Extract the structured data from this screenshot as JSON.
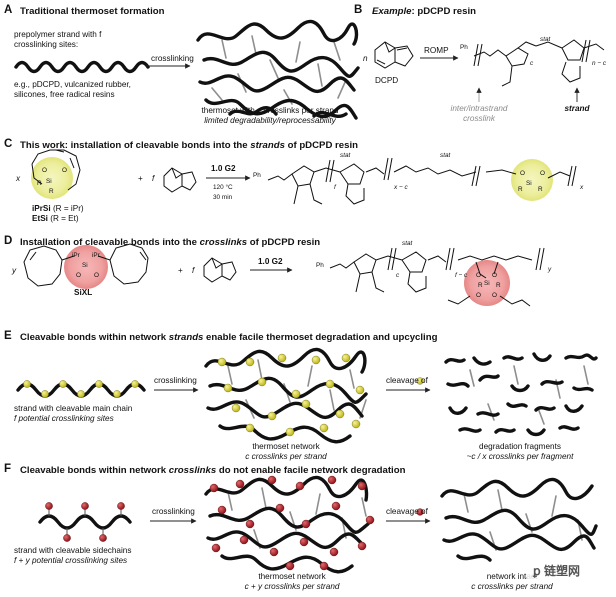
{
  "panels": {
    "A": {
      "letter": "A",
      "title": "Traditional thermoset formation",
      "desc_line1": "prepolymer strand with f",
      "desc_line2": "crosslinking sites:",
      "arrow_label": "crosslinking",
      "examples_line1": "e.g., pDCPD, vulcanized rubber,",
      "examples_line2": "silicones, free radical resins",
      "result_line1": "thermoset with c crosslinks per strand",
      "result_line2": "limited degradability/reprocessability"
    },
    "B": {
      "letter": "B",
      "title_prefix": "Example",
      "title_rest": ": pDCPD resin",
      "monomer_n": "n",
      "monomer": "DCPD",
      "arrow_label": "ROMP",
      "ph": "Ph",
      "stat": "stat",
      "sub_c": "c",
      "sub_nc": "n − c",
      "label_crosslink_line1": "inter/intrastrand",
      "label_crosslink_line2": "crosslink",
      "label_strand": "strand"
    },
    "C": {
      "letter": "C",
      "title_prefix": "This work: installation of cleavable bonds into the ",
      "title_emph": "strands",
      "title_suffix": " of pDCPD resin",
      "coef_x": "x",
      "coef_f": "f",
      "plus": "+",
      "atom_O": "O",
      "atom_Si": "Si",
      "atom_R": "R",
      "cond_line1": "1.0 G2",
      "cond_line2": "120 °C",
      "cond_line3": "30 min",
      "ph": "Ph",
      "stat": "stat",
      "sub_f": "f",
      "sub_xc": "x − c",
      "sub_x": "x",
      "label1_name": "iPrSi",
      "label1_def": " (R = iPr)",
      "label2_name": "EtSi",
      "label2_def": " (R = Et)"
    },
    "D": {
      "letter": "D",
      "title_prefix": "Installation of cleavable bonds into the ",
      "title_emph": "crosslinks",
      "title_suffix": " of pDCPD resin",
      "coef_y": "y",
      "coef_f": "f",
      "plus": "+",
      "atom_iPr": "iPr",
      "atom_Si": "Si",
      "atom_O": "O",
      "compound": "SiXL",
      "cond": "1.0 G2",
      "ph": "Ph",
      "stat": "stat",
      "sub_c": "c",
      "sub_fc": "f − c",
      "sub_y": "y",
      "atom_R": "R"
    },
    "E": {
      "letter": "E",
      "title_prefix": "Cleavable bonds within network ",
      "title_emph": "strands",
      "title_suffix": " enable facile thermoset degradation and upcycling",
      "arrow1_label": "crosslinking",
      "arrow2_label": "cleavage of",
      "left_line1": "strand with cleavable main chain",
      "left_line2": "f potential crosslinking sites",
      "mid_line1": "thermoset network",
      "mid_line2": "c crosslinks per strand",
      "right_line1": "degradation fragments",
      "right_line2": "~c / x crosslinks per fragment"
    },
    "F": {
      "letter": "F",
      "title_prefix": "Cleavable bonds within network ",
      "title_emph": "crosslinks",
      "title_suffix": " do not enable facile network degradation",
      "arrow1_label": "crosslinking",
      "arrow2_label": "cleavage of",
      "left_line1": "strand with cleavable sidechains",
      "left_line2": "f + y potential crosslinking sites",
      "mid_line1": "thermoset network",
      "mid_line2": "c + y crosslinks per strand",
      "right_line1": "network intact",
      "right_line2": "c crosslinks per strand"
    }
  },
  "watermark": "ꝑ 链塑网",
  "colors": {
    "strand": "#111111",
    "crosslink": "#9a9a9a",
    "yellow_bead": "#d9d22c",
    "red_bead": "#b8262c",
    "yellow_glow": "#eef0a8",
    "red_glow": "#f2a6a6"
  }
}
